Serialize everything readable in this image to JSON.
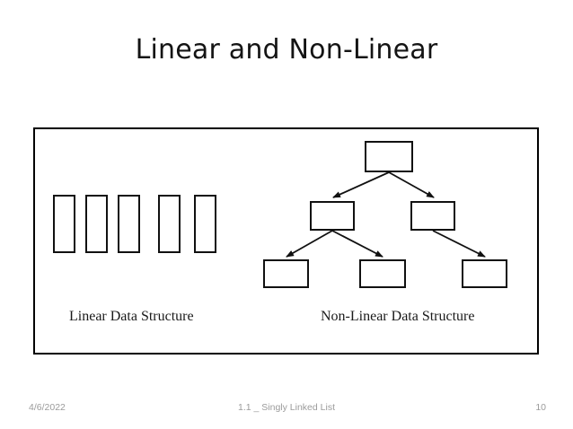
{
  "slide": {
    "title": "Linear and Non-Linear",
    "background_color": "#ffffff",
    "outline_color": "#000000"
  },
  "content_frame": {
    "border_color": "#000000"
  },
  "linear_structure": {
    "caption": "Linear Data Structure",
    "node_count": 5,
    "nodes": [
      {
        "label": ""
      },
      {
        "label": ""
      },
      {
        "label": ""
      },
      {
        "label": ""
      },
      {
        "label": ""
      }
    ]
  },
  "non_linear_structure": {
    "caption": "Non-Linear Data Structure",
    "node_count": 6,
    "nodes": [
      {
        "id": "root",
        "label": "",
        "level": 0
      },
      {
        "id": "left",
        "label": "",
        "level": 1
      },
      {
        "id": "right",
        "label": "",
        "level": 1
      },
      {
        "id": "leaf1",
        "label": "",
        "level": 2
      },
      {
        "id": "leaf2",
        "label": "",
        "level": 2
      },
      {
        "id": "leaf3",
        "label": "",
        "level": 2
      }
    ],
    "edges": [
      {
        "from": "root",
        "to": "left"
      },
      {
        "from": "root",
        "to": "right"
      },
      {
        "from": "left",
        "to": "leaf1"
      },
      {
        "from": "left",
        "to": "leaf2"
      },
      {
        "from": "right",
        "to": "leaf3"
      }
    ]
  },
  "footer": {
    "date": "4/6/2022",
    "title": "1.1 _ Singly Linked List",
    "slide_number": "10",
    "text_color": "#9b9b9b"
  }
}
